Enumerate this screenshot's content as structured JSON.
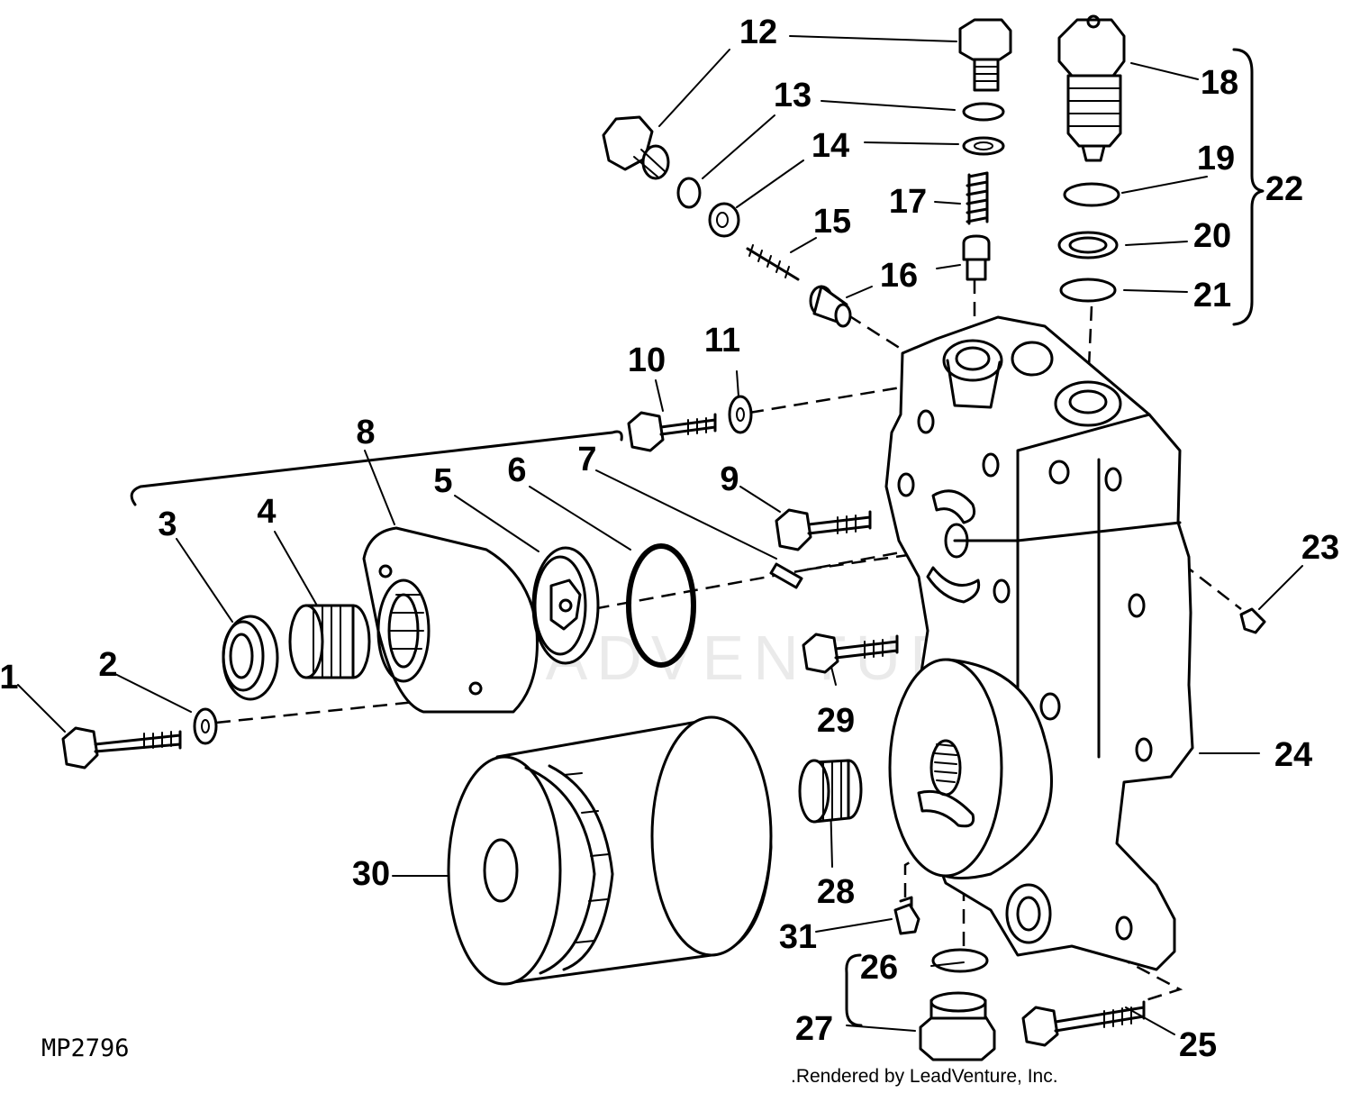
{
  "figure_id": "MP2796",
  "credit": ".Rendered by LeadVenture, Inc.",
  "watermark": "LEADVENTURE",
  "callouts": [
    "1",
    "2",
    "3",
    "4",
    "5",
    "6",
    "7",
    "8",
    "9",
    "10",
    "11",
    "12",
    "13",
    "14",
    "15",
    "16",
    "17",
    "18",
    "19",
    "20",
    "21",
    "22",
    "23",
    "24",
    "25",
    "26",
    "27",
    "28",
    "29",
    "30",
    "31"
  ]
}
